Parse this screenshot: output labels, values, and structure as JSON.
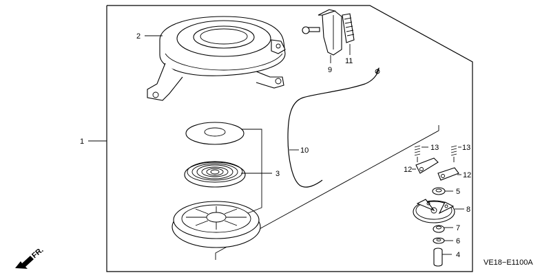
{
  "callouts": {
    "p1": "1",
    "p2": "2",
    "p3": "3",
    "p4": "4",
    "p5": "5",
    "p6": "6",
    "p7": "7",
    "p8": "8",
    "p9": "9",
    "p10": "10",
    "p11": "11",
    "p12a": "12",
    "p12b": "12",
    "p13a": "13",
    "p13b": "13"
  },
  "direction_label": "FR.",
  "diagram_code": "VE18−E1100A",
  "icons": {
    "direction_arrow": "arrow-down-left-icon"
  }
}
